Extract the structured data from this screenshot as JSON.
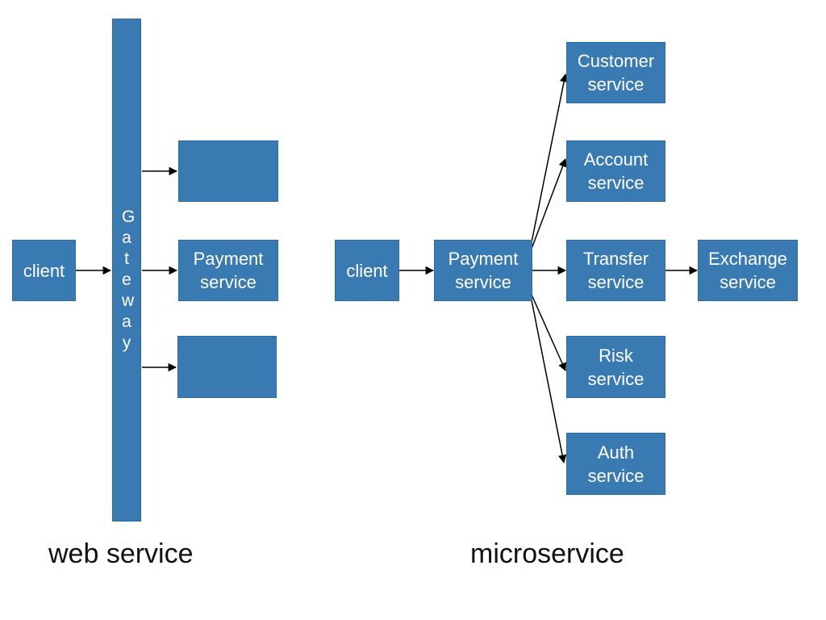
{
  "colors": {
    "box_fill": "#3a7ab3",
    "box_border": "#2d6aa0",
    "box_text": "#ffffff",
    "arrow": "#000000"
  },
  "web_service": {
    "caption": "web service",
    "client": {
      "line1": "client"
    },
    "gateway": {
      "label": "Gateway"
    },
    "payment": {
      "line1": "Payment",
      "line2": "service"
    },
    "empty_top": {},
    "empty_bottom": {}
  },
  "microservice": {
    "caption": "microservice",
    "client": {
      "line1": "client"
    },
    "payment": {
      "line1": "Payment",
      "line2": "service"
    },
    "customer": {
      "line1": "Customer",
      "line2": "service"
    },
    "account": {
      "line1": "Account",
      "line2": "service"
    },
    "transfer": {
      "line1": "Transfer",
      "line2": "service"
    },
    "exchange": {
      "line1": "Exchange",
      "line2": "service"
    },
    "risk": {
      "line1": "Risk",
      "line2": "service"
    },
    "auth": {
      "line1": "Auth",
      "line2": "service"
    }
  }
}
